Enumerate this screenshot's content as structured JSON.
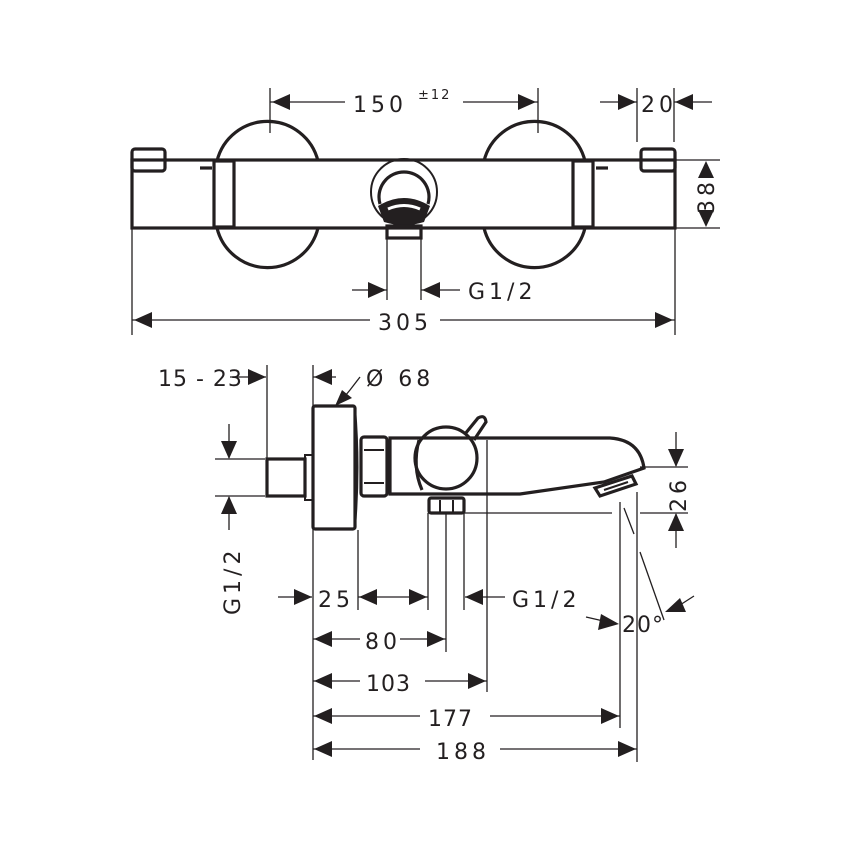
{
  "drawing": {
    "line_color": "#231f20",
    "background": "#ffffff",
    "top_view": {
      "dim_center_distance": "150",
      "dim_center_tolerance": "±12",
      "dim_end_cap_width": "20",
      "dim_body_height": "38",
      "dim_outlet_thread": "G1/2",
      "dim_overall_length": "305"
    },
    "side_view": {
      "dim_wall_offset": "15 - 23",
      "dim_escutcheon_diameter": "Ø 68",
      "dim_inlet_thread": "G1/2",
      "dim_escutcheon_depth": "25",
      "dim_lower_outlet_thread": "G1/2",
      "dim_spout_outlet_height": "26",
      "dim_spout_angle": "20°",
      "dim_to_lower_outlet": "80",
      "dim_to_handle_axis": "103",
      "dim_to_spout_tip": "177",
      "dim_overall_projection": "188"
    }
  }
}
